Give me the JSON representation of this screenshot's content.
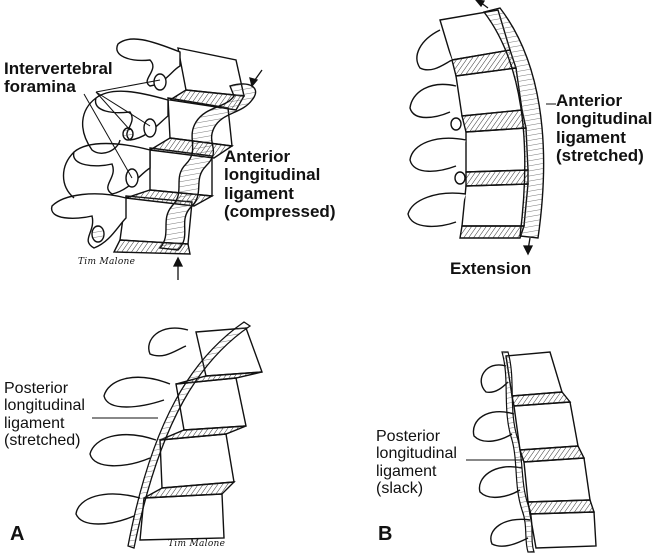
{
  "labels": {
    "intervertebral_foramina": "Intervertebral\nforamina",
    "all_compressed": "Anterior\nlongitudinal\nligament\n(compressed)",
    "all_stretched": "Anterior\nlongitudinal\nligament\n(stretched)",
    "extension": "Extension",
    "pll_stretched": "Posterior\nlongitudinal\nligament\n(stretched)",
    "pll_slack": "Posterior\nlongitudinal\nligament\n(slack)",
    "panel_a": "A",
    "panel_b": "B"
  },
  "signatures": {
    "top_left": "Tim Malone",
    "bottom_left": "Tim Malone"
  },
  "colors": {
    "ink": "#111111",
    "ligament_fill": "#d9d9d9",
    "bone_fill": "#ffffff"
  }
}
